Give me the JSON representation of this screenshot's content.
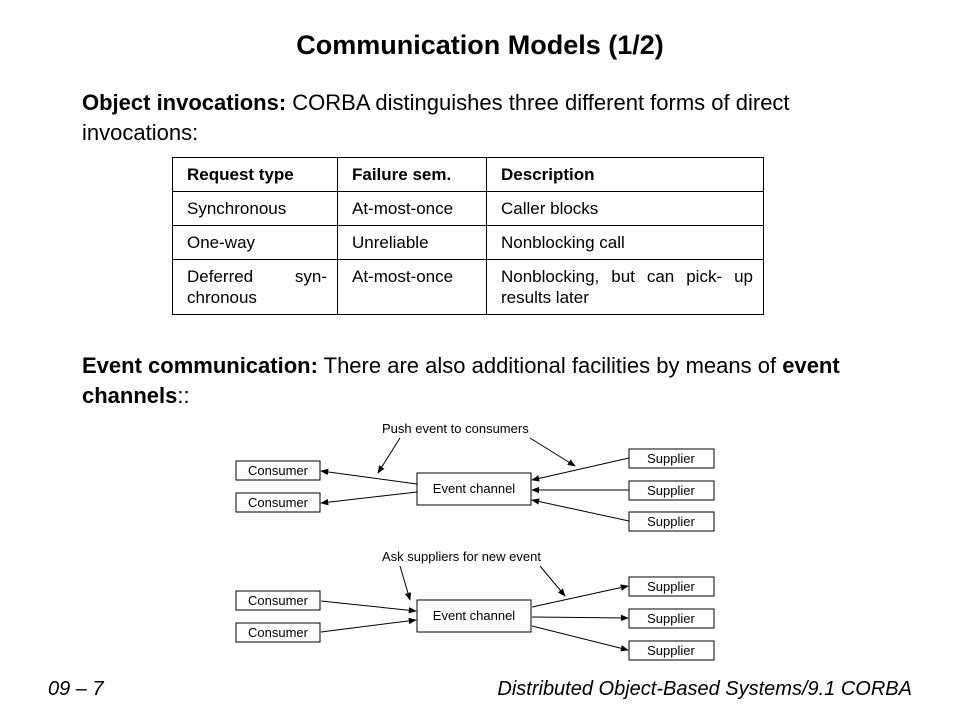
{
  "slide": {
    "title": "Communication Models (1/2)",
    "para1": {
      "bold": "Object invocations:",
      "text": " CORBA distinguishes three different forms of direct invocations:"
    },
    "para2": {
      "bold": "Event communication:",
      "text1": " There are also additional facilities by means of ",
      "bold2": "event channels",
      "text2": "::"
    }
  },
  "table": {
    "headers": [
      "Request type",
      "Failure sem.",
      "Description"
    ],
    "rows": [
      [
        "Synchronous",
        "At-most-once",
        "Caller blocks"
      ],
      [
        "One-way",
        "Unreliable",
        "Nonblocking call"
      ],
      [
        "Deferred syn- chronous",
        "At-most-once",
        "Nonblocking, but can pick- up results later"
      ]
    ]
  },
  "diagram_push": {
    "annotation": "Push event to consumers",
    "channel": "Event channel",
    "consumers": [
      "Consumer",
      "Consumer"
    ],
    "suppliers": [
      "Supplier",
      "Supplier",
      "Supplier"
    ]
  },
  "diagram_pull": {
    "annotation": "Ask suppliers for new event",
    "channel": "Event channel",
    "consumers": [
      "Consumer",
      "Consumer"
    ],
    "suppliers": [
      "Supplier",
      "Supplier",
      "Supplier"
    ]
  },
  "footer": {
    "left": "09 – 7",
    "right": "Distributed Object-Based Systems/9.1 CORBA"
  }
}
